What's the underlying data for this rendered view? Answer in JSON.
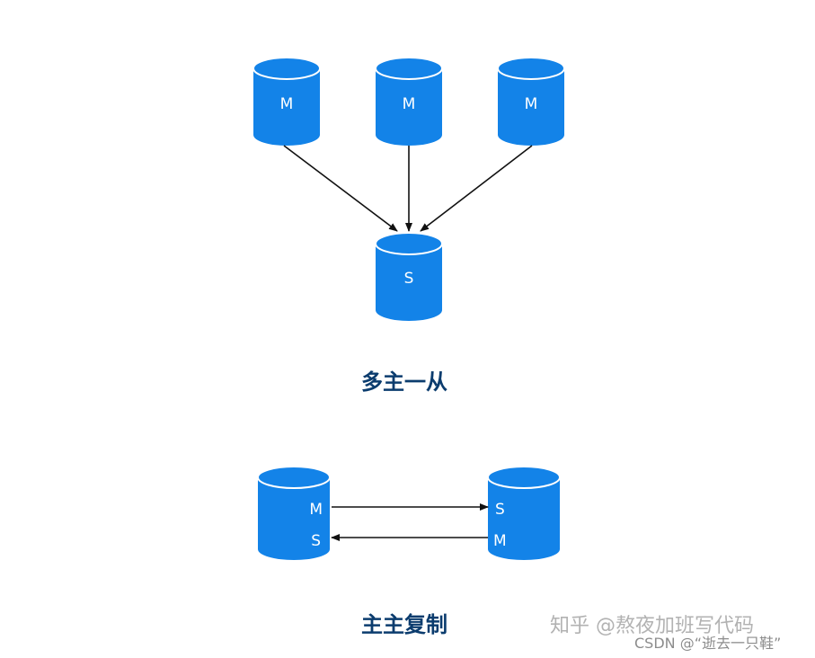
{
  "colors": {
    "cylinder": "#1383e8",
    "cylinder_edge": "#ffffff",
    "arrow": "#111111",
    "caption": "#0b3c6e"
  },
  "multi_master": {
    "masters": [
      {
        "label": "M"
      },
      {
        "label": "M"
      },
      {
        "label": "M"
      }
    ],
    "slave": {
      "label": "S"
    },
    "caption": "多主一从"
  },
  "master_master": {
    "left": {
      "top_label": "M",
      "bottom_label": "S"
    },
    "right": {
      "top_label": "S",
      "bottom_label": "M"
    },
    "caption": "主主复制"
  },
  "watermarks": {
    "zhihu": "知乎 @熬夜加班写代码",
    "csdn": "CSDN @“逝去一只鞋”"
  }
}
